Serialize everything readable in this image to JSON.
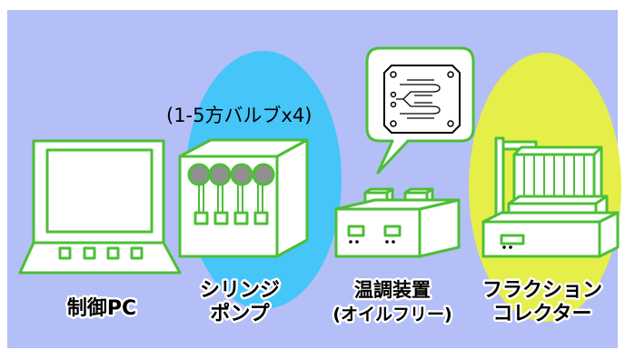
{
  "colors": {
    "background_panel": "#b3bff6",
    "syringe_ellipse": "#46c6f8",
    "collector_ellipse": "#e6ef4a",
    "equipment_line": "#4cbf36",
    "knob": "#909090"
  },
  "devices": [
    {
      "id": "pc",
      "label_lines": [
        "制御PC"
      ],
      "icon": "laptop-icon"
    },
    {
      "id": "syringe_pump",
      "label_lines": [
        "シリンジ",
        "ポンプ"
      ],
      "caption": "(1-5方バルブx4)",
      "icon": "syringe-pump-icon"
    },
    {
      "id": "temperature_controller",
      "label_lines": [
        "温調装置",
        "(オイルフリー)"
      ],
      "icon": "temperature-controller-icon"
    },
    {
      "id": "fraction_collector",
      "label_lines": [
        "フラクション",
        "コレクター"
      ],
      "icon": "fraction-collector-icon"
    }
  ],
  "microreactor": {
    "icon": "microreactor-chip-icon"
  }
}
